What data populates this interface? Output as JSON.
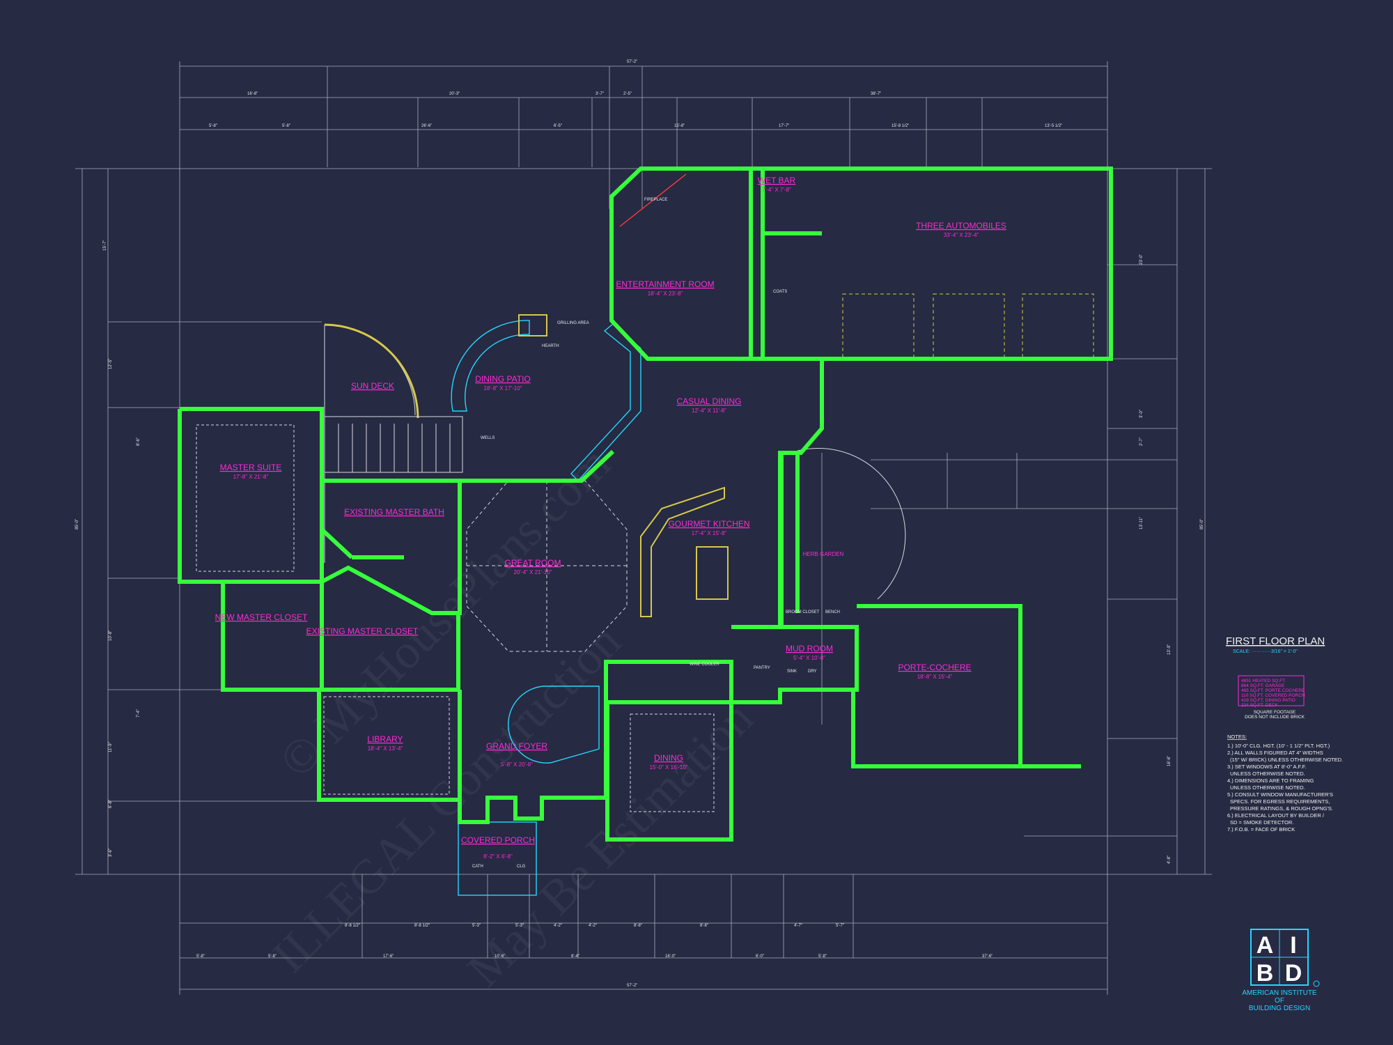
{
  "drawing": {
    "title": "FIRST FLOOR PLAN",
    "scale": "SCALE: ············3/16\" = 1'-0\"",
    "overall_width": "57'-2\"",
    "overall_depth": "85'-0\""
  },
  "rooms": [
    {
      "id": "wet-bar",
      "name": "WET BAR",
      "size": "7'-4\" X 7'-8\""
    },
    {
      "id": "three-automobiles",
      "name": "THREE AUTOMOBILES",
      "size": "33'-4\" X 23'-4\""
    },
    {
      "id": "entertainment-room",
      "name": "ENTERTAINMENT ROOM",
      "size": "18'-4\" X 23'-8\""
    },
    {
      "id": "dining-patio",
      "name": "DINING PATIO",
      "size": "18'-8\" X 17'-10\""
    },
    {
      "id": "sun-deck",
      "name": "SUN DECK",
      "size": ""
    },
    {
      "id": "casual-dining",
      "name": "CASUAL DINING",
      "size": "12'-4\" X 11'-8\""
    },
    {
      "id": "master-suite",
      "name": "MASTER SUITE",
      "size": "17'-8\" X 21'-8\""
    },
    {
      "id": "existing-master-bath",
      "name": "EXISTING MASTER BATH",
      "size": ""
    },
    {
      "id": "great-room",
      "name": "GREAT ROOM",
      "size": "20'-4\" X 21'-10\""
    },
    {
      "id": "gourmet-kitchen",
      "name": "GOURMET KITCHEN",
      "size": "17'-4\" X 15'-8\""
    },
    {
      "id": "herb-garden",
      "name": "HERB GARDEN",
      "size": ""
    },
    {
      "id": "new-master-closet",
      "name": "NEW MASTER CLOSET",
      "size": ""
    },
    {
      "id": "existing-master-closet",
      "name": "EXISTING MASTER CLOSET",
      "size": ""
    },
    {
      "id": "mud-room",
      "name": "MUD ROOM",
      "size": "5'-4\" X 10'-8\""
    },
    {
      "id": "porte-cochere",
      "name": "PORTE-COCHERE",
      "size": "18'-8\" X 15'-4\""
    },
    {
      "id": "library",
      "name": "LIBRARY",
      "size": "18'-4\" X 13'-4\""
    },
    {
      "id": "grand-foyer",
      "name": "GRAND FOYER",
      "size": "5'-8\" X 20'-8\""
    },
    {
      "id": "dining",
      "name": "DINING",
      "size": "15'-0\" X 16'-10\""
    },
    {
      "id": "covered-porch",
      "name": "COVERED PORCH",
      "size": "8'-2\" X 6'-8\""
    }
  ],
  "small_labels": {
    "pantry": "PANTRY",
    "bench": "BENCH",
    "broom_closet": "BROOM CLOSET",
    "grilling_area": "GRILLING AREA",
    "hearth": "HEARTH",
    "wells": "WELLS",
    "fireplace": "FIREPLACE",
    "cath": "CATH",
    "clg": "CLG",
    "coats": "COATS",
    "wine_cooler": "WINE COOLER",
    "sink": "SINK",
    "dry": "DRY"
  },
  "dimensions": {
    "top_row_1": [
      "16'-8\"",
      "20'-3\"",
      "3'-7\"",
      "2'-5\"",
      "38'-7\""
    ],
    "top_row_2": [
      "5'-8\"",
      "5'-8\"",
      "26'-6\"",
      "6'-5\"",
      "15'-8\"",
      "17'-7\"",
      "15'-8 1/2\"",
      "13'-5 1/2\""
    ],
    "bottom_row_1": [
      "8'-8 1/2\"",
      "8'-8 1/2\"",
      "5'-3\"",
      "5'-3\"",
      "4'-2\"",
      "4'-2\"",
      "8'-8\"",
      "8'-8\"",
      "4'-7\"",
      "5'-7\""
    ],
    "bottom_row_2": [
      "5'-8\"",
      "5'-8\"",
      "17'-6\"",
      "10'-6\"",
      "8'-4\"",
      "16'-0\"",
      "6'-0\"",
      "5'-8\"",
      "37'-6\""
    ],
    "right_side": [
      "23'-0\"",
      "3'-0\"",
      "2'-7\"",
      "13'-11\"",
      "13'-9\"",
      "16'-6\"",
      "4'-8\""
    ],
    "left_side": [
      "15'-7\"",
      "12'-5\"",
      "8'-6\"",
      "10'-8\"",
      "7'-4\"",
      "11'-9\"",
      "6'-8\"",
      "3'-6\""
    ]
  },
  "square_footage": {
    "lines": [
      "4851 HEATED SQ.FT.",
      "864 SQ.FT. GARAGE",
      "465 SQ.FT. PORTE COCHERE",
      "110 SQ.FT. COVERED PORCH",
      "429 SQ.FT. DINING PATIO",
      "234 SQ.FT. DECK"
    ],
    "footnote_1": "SQUARE FOOTAGE",
    "footnote_2": "DOES NOT INCLUDE BRICK"
  },
  "notes": {
    "heading": "NOTES:",
    "items": [
      "1.) 10'-0\" CLG. HGT. (10' - 1 1/2\" PLT. HGT.)",
      "2.) ALL WALLS FIGURED AT 4\" WIDTHS",
      "(15\" W/ BRICK) UNLESS OTHERWISE NOTED.",
      "3.) SET WINDOWS AT 8'-0\" A.F.F.",
      "UNLESS OTHERWISE NOTED.",
      "4.) DIMENSIONS ARE TO FRAMING",
      "UNLESS OTHERWISE NOTED.",
      "5.) CONSULT WINDOW MANUFACTURER'S",
      "SPECS. FOR EGRESS REQUIREMENTS,",
      "PRESSURE RATINGS, & ROUGH OPNG'S.",
      "6.) ELECTRICAL LAYOUT BY BUILDER /",
      "SD = SMOKE DETECTOR.",
      "7.) F.O.B. = FACE OF BRICK"
    ]
  },
  "logo": {
    "letters": [
      "A",
      "I",
      "B",
      "D"
    ],
    "line_1": "AMERICAN INSTITUTE",
    "line_2": "OF",
    "line_3": "BUILDING DESIGN"
  },
  "watermark": {
    "line_1": "© MyHousePlans.com",
    "line_2": "ILLEGAL Construction",
    "line_3": "May Be Estimation"
  },
  "colors": {
    "background": "#262a42",
    "walls": "#36ff3c",
    "dimension_lines": "#d9d9e6",
    "room_labels": "#ff2ad9",
    "accent": "#25d7ff",
    "trim": "#d7c94a"
  }
}
